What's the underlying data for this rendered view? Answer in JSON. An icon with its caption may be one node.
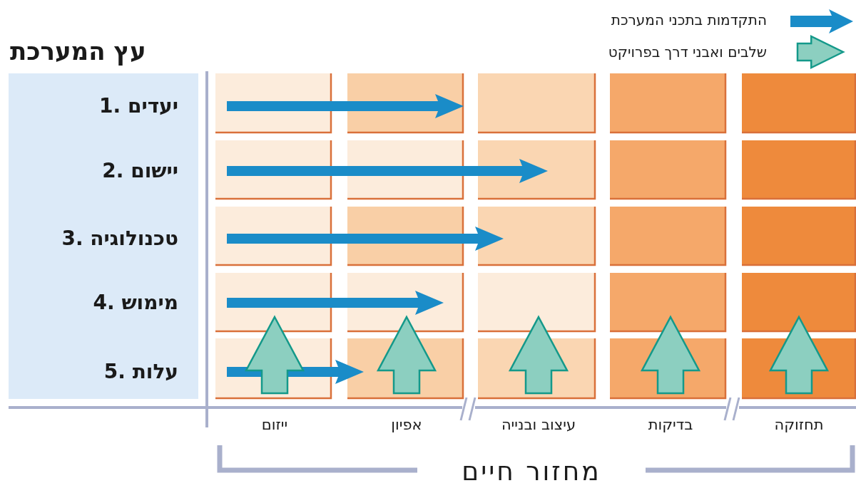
{
  "diagram": {
    "title": "עץ המערכת",
    "labels": [
      "1. יעדים",
      "2. יישום",
      "3. טכנולוגיה",
      "4. מימוש",
      "5. עלות",
      "ייזום",
      "אפיון",
      "עיצוב ובנייה",
      "בדיקות",
      "תחזוקה",
      "מחזור חיים"
    ],
    "legend": [
      {
        "text": "התקדמות בתכני המערכת"
      },
      {
        "text": "שלבים ואבני דרך בפרויקט"
      }
    ]
  }
}
